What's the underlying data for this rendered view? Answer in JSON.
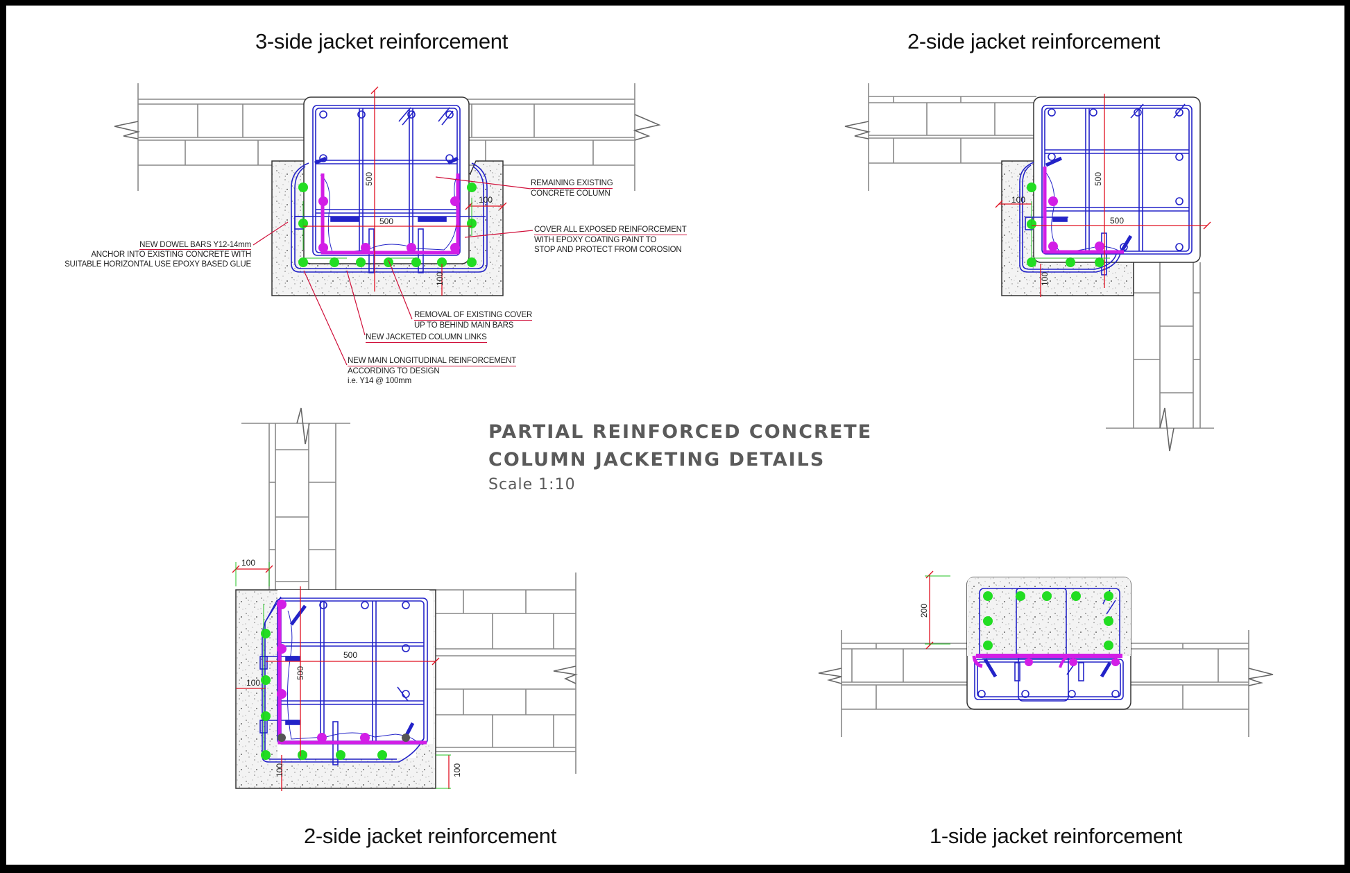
{
  "sheet": {
    "title_lines": [
      "PARTIAL REINFORCED CONCRETE",
      "COLUMN JACKETING DETAILS"
    ],
    "scale": "Scale 1:10"
  },
  "colors": {
    "frame": "#000000",
    "existing_rebar": "#2323c8",
    "new_reinforcement": "#d21ee6",
    "new_bars": "#22dd22",
    "dimension": "#e01020",
    "extension_line": "#20c020",
    "brick_lines": "#888888",
    "leader": "#d0103a"
  },
  "views": [
    {
      "id": "three-side",
      "title": "3-side jacket reinforcement",
      "dimensions": {
        "height": "500",
        "width": "500",
        "jacket_side": "100",
        "jacket_bottom": "100"
      },
      "notes": [
        {
          "lines": [
            "REMAINING EXISTING",
            "CONCRETE COLUMN"
          ]
        },
        {
          "lines": [
            "COVER ALL EXPOSED REINFORCEMENT",
            "WITH EPOXY COATING PAINT TO",
            "STOP AND PROTECT FROM COROSION"
          ]
        },
        {
          "lines": [
            "NEW DOWEL BARS Y12-14mm",
            "ANCHOR INTO EXISTING CONCRETE WITH",
            "SUITABLE HORIZONTAL USE EPOXY BASED GLUE"
          ]
        },
        {
          "lines": [
            "REMOVAL OF EXISTING COVER",
            "UP TO BEHIND MAIN BARS"
          ]
        },
        {
          "lines": [
            "NEW JACKETED COLUMN LINKS"
          ]
        },
        {
          "lines": [
            "NEW MAIN LONGITUDINAL REINFORCEMENT",
            "ACCORDING TO DESIGN",
            "i.e. Y14 @ 100mm"
          ]
        }
      ]
    },
    {
      "id": "two-side-top",
      "title": "2-side jacket reinforcement",
      "dimensions": {
        "height": "500",
        "width": "500",
        "jacket_side": "100",
        "jacket_bottom": "100"
      }
    },
    {
      "id": "two-side-bottom",
      "title": "2-side jacket reinforcement",
      "dimensions": {
        "height": "500",
        "width": "500",
        "jacket_side_top": "100",
        "jacket_side": "100",
        "jacket_bottom": "100"
      }
    },
    {
      "id": "one-side",
      "title": "1-side jacket reinforcement",
      "dimensions": {
        "jacket_depth": "200"
      }
    }
  ]
}
